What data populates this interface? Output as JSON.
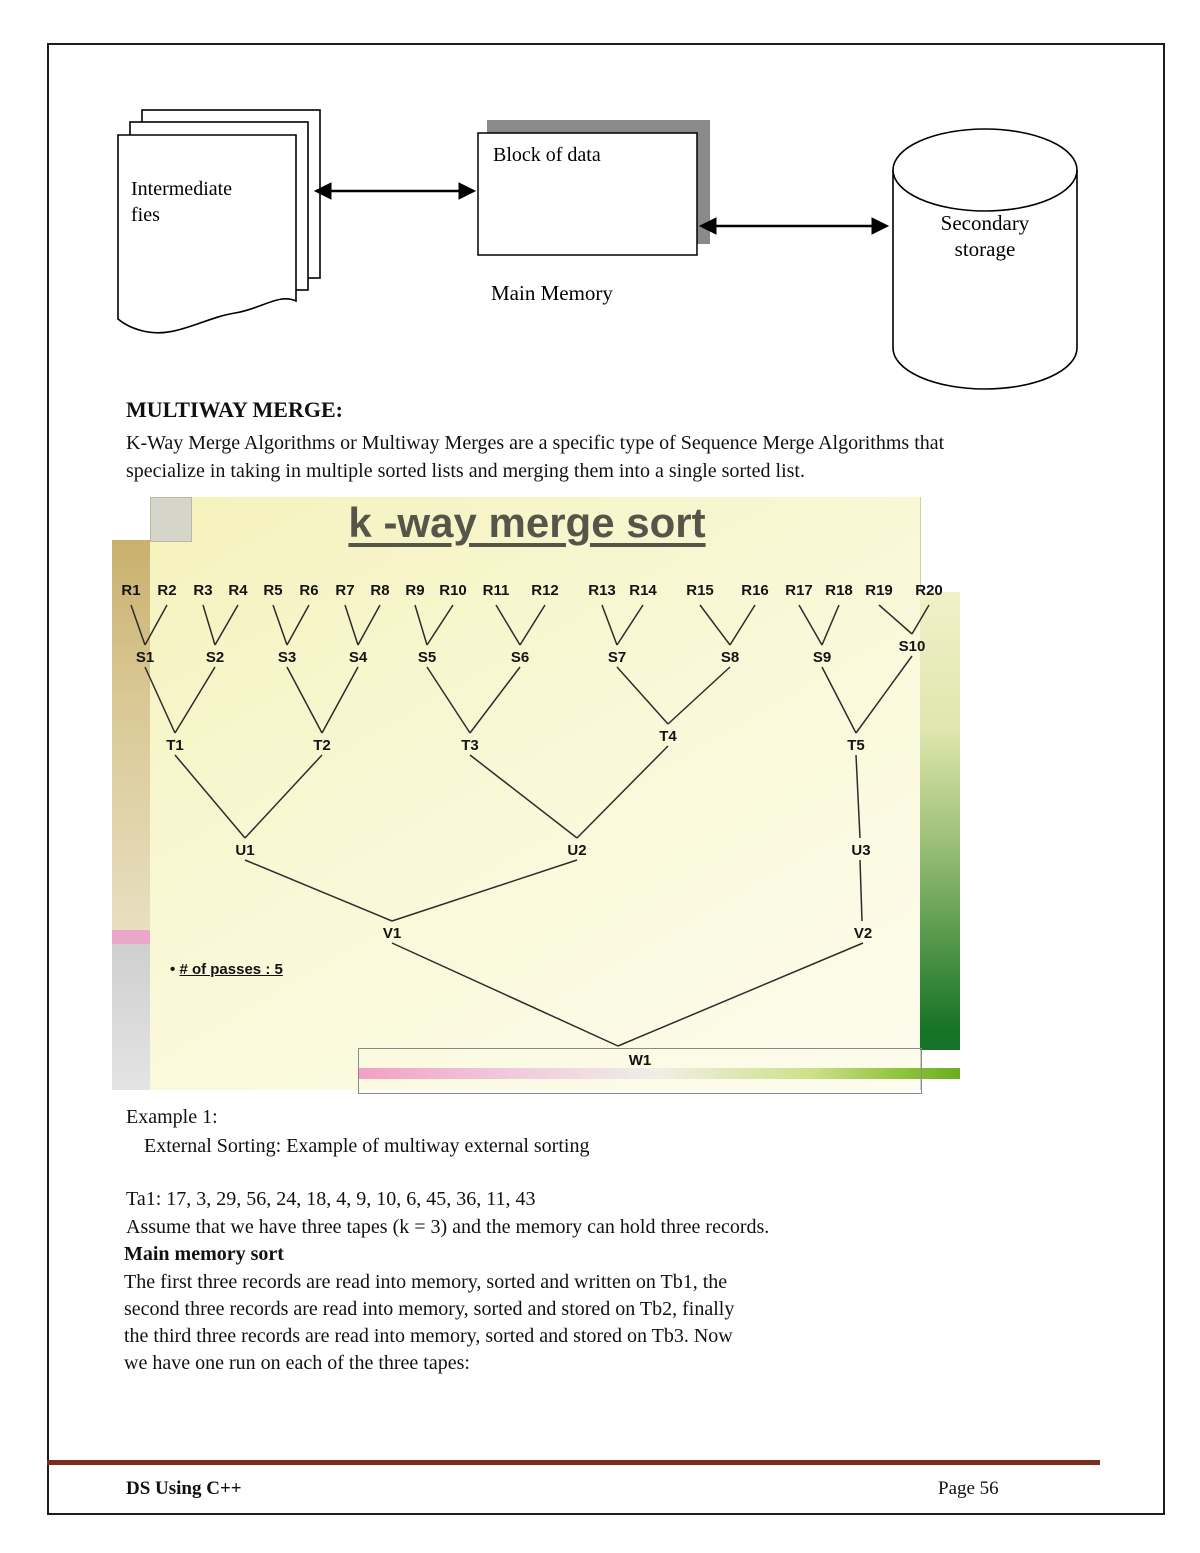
{
  "diagram": {
    "intermediate_files": "Intermediate\nfies",
    "block_of_data": "Block of data",
    "main_memory": "Main Memory",
    "secondary_storage": "Secondary\nstorage"
  },
  "section": {
    "heading": "MULTIWAY MERGE:",
    "body": "K-Way Merge Algorithms or Multiway Merges are a specific type of Sequence Merge Algorithms that\nspecialize in taking in multiple sorted lists and merging them into a single sorted list."
  },
  "slide": {
    "title": "k -way merge sort",
    "passes_bullet": "•",
    "passes_note": "# of passes : 5",
    "r_labels": [
      "R1",
      "R2",
      "R3",
      "R4",
      "R5",
      "R6",
      "R7",
      "R8",
      "R9",
      "R10",
      "R11",
      "R12",
      "R13",
      "R14",
      "R15",
      "R16",
      "R17",
      "R18",
      "R19",
      "R20"
    ],
    "s_labels": [
      "S1",
      "S2",
      "S3",
      "S4",
      "S5",
      "S6",
      "S7",
      "S8",
      "S9",
      "S10"
    ],
    "t_labels": [
      "T1",
      "T2",
      "T3",
      "T4",
      "T5"
    ],
    "u_labels": [
      "U1",
      "U2",
      "U3"
    ],
    "v_labels": [
      "V1",
      "V2"
    ],
    "w_label": "W1"
  },
  "example": {
    "title": "Example 1:",
    "subtitle": "External Sorting: Example of multiway external sorting",
    "tape_line": "Ta1: 17, 3, 29, 56, 24, 18, 4, 9, 10, 6, 45, 36, 11, 43",
    "assumption": "Assume that we have three tapes (k = 3) and the memory can hold three records.",
    "subheading": "Main memory sort",
    "body": "The first three records are read into memory, sorted and written on Tb1, the\nsecond three records are read into memory, sorted and stored on Tb2, finally\nthe third three records are read into memory, sorted and stored on Tb3. Now\nwe have one run on each of the three tapes:"
  },
  "footer": {
    "left": "DS Using C++",
    "right": "Page 56"
  },
  "colors": {
    "footer_rule": "#7b2c21",
    "slide_green": "#157226",
    "slide_pink": "#eba6cc",
    "slide_tan": "#c9b06e"
  }
}
